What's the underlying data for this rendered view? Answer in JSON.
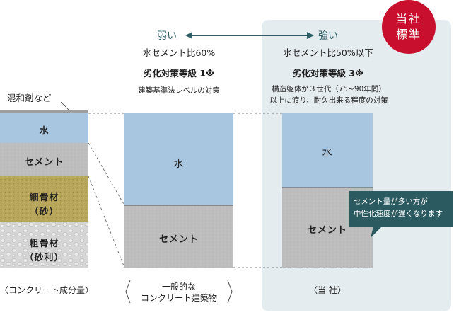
{
  "badge": {
    "line1": "当社",
    "line2": "標準"
  },
  "arrow": {
    "weak": "弱い",
    "strong": "強い"
  },
  "general": {
    "ratio": "水セメント比60%",
    "grade": "劣化対策等級 1※",
    "note": "建築基準法レベルの対策",
    "water": "水",
    "cement": "セメント",
    "caption_line1": "一般的な",
    "caption_line2": "コンクリート建築物"
  },
  "ours": {
    "ratio": "水セメント比50%以下",
    "grade": "劣化対策等級 3※",
    "note_line1": "構造躯体が３世代（75~90年間）",
    "note_line2": "以上に渡り、耐久出来る程度の対策",
    "water": "水",
    "cement": "セメント",
    "caption": "〈当 社〉",
    "tooltip_line1": "セメント量が多い方が",
    "tooltip_line2": "中性化速度が遅くなります"
  },
  "composition": {
    "admixture": "混和剤など",
    "water": "水",
    "cement": "セメント",
    "fine_line1": "細骨材",
    "fine_line2": "（砂）",
    "coarse_line1": "粗骨材",
    "coarse_line2": "（砂利）",
    "caption": "〈コンクリート成分量〉"
  },
  "colors": {
    "water": "#a9c6e0",
    "cement": "#bdbdbd",
    "fine": "#b8a65a",
    "coarse": "#d2d2d2",
    "badge": "#c8102e",
    "tooltip": "#2c5a61",
    "panel": "#e5ecef"
  }
}
